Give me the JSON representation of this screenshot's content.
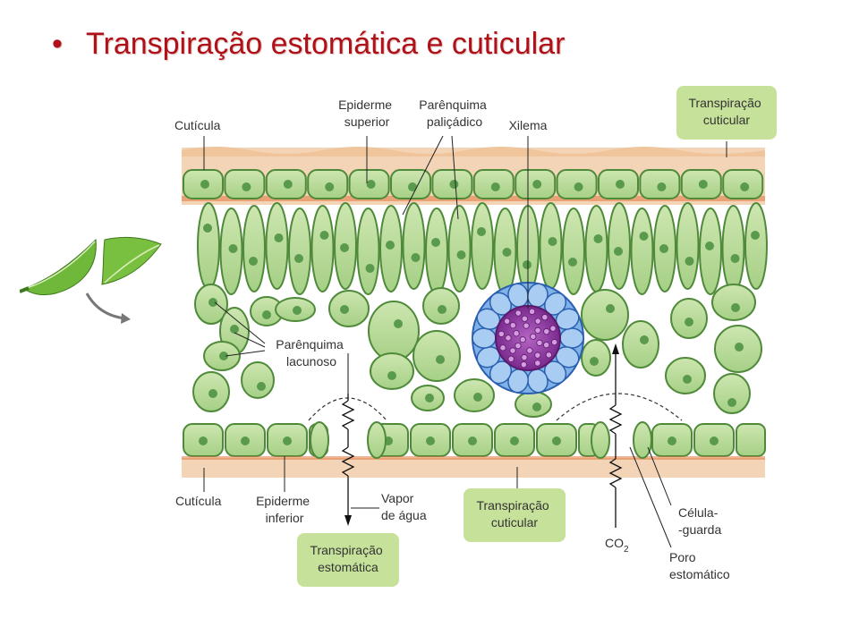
{
  "slide": {
    "bullet": "•",
    "title": "Transpiração estomática e cuticular"
  },
  "colors": {
    "title": "#b01017",
    "cell_fill": "#b8d99a",
    "cell_border": "#4f8a3a",
    "nucleus": "#5a9a4c",
    "cuticle": "#f3d4b6",
    "xylem": "#8a3a9c",
    "vascular_sheath": "#7fb2e8",
    "label_box": "#c6e19a"
  },
  "labels": {
    "cuticula_top": "Cutícula",
    "epiderme_superior": [
      "Epiderme",
      "superior"
    ],
    "parenquima_palicadico": [
      "Parênquima",
      "paliçádico"
    ],
    "xilema": "Xilema",
    "transpiracao_cuticular_top": [
      "Transpiração",
      "cuticular"
    ],
    "parenquima_lacunoso": [
      "Parênquima",
      "lacunoso"
    ],
    "cuticula_bottom": "Cutícula",
    "epiderme_inferior": [
      "Epiderme",
      "inferior"
    ],
    "vapor_de_agua": [
      "Vapor",
      "de água"
    ],
    "transpiracao_cuticular_bottom": [
      "Transpiração",
      "cuticular"
    ],
    "transpiracao_estomatica": [
      "Transpiração",
      "estomática"
    ],
    "co2": "CO",
    "co2_sub": "2",
    "celula_guarda": [
      "Célula-",
      "-guarda"
    ],
    "poro_estomatico": [
      "Poro",
      "estomático"
    ]
  }
}
